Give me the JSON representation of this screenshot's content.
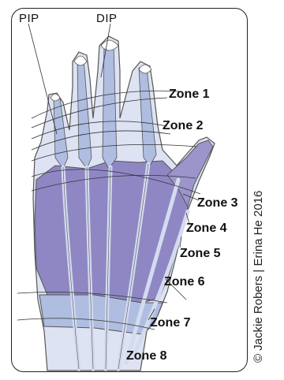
{
  "labels": {
    "pip": "PIP",
    "dip": "DIP",
    "zones": [
      "Zone 1",
      "Zone 2",
      "Zone 3",
      "Zone 4",
      "Zone 5",
      "Zone 6",
      "Zone 7",
      "Zone 8"
    ]
  },
  "credit": "© Jackie Robers | Erina He 2016",
  "colors": {
    "skin": "#dde3f2",
    "zone_blue": "#aebde0",
    "tendon_light": "#d4dbef",
    "purple": "#8f87c4",
    "outline": "#555555",
    "border": "#222222"
  }
}
